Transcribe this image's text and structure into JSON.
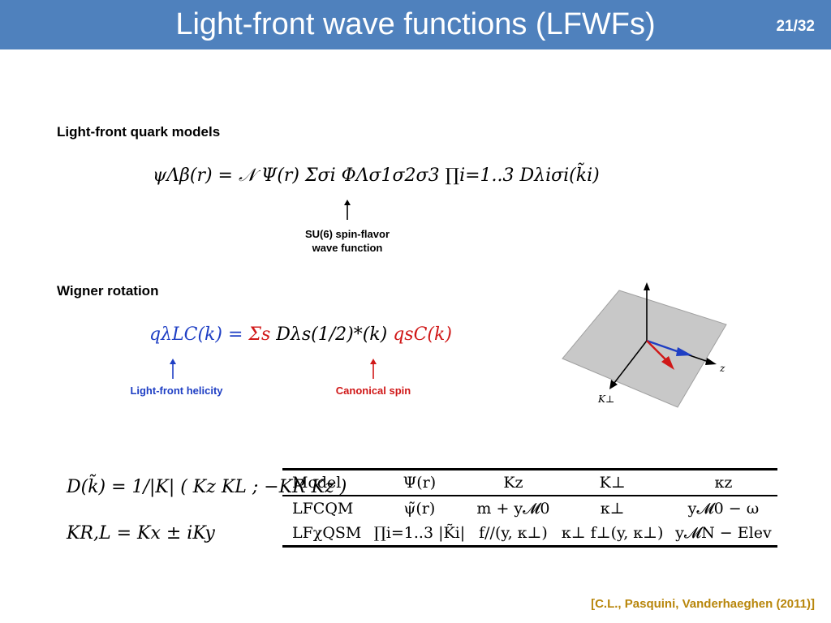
{
  "header": {
    "title": "Light-front wave functions (LFWFs)",
    "page": "21/32"
  },
  "section1": {
    "heading": "Light-front quark models",
    "formula": "ψΛβ(r) = 𝒩 Ψ(r) Σσi ΦΛσ1σ2σ3 ∏i=1..3 Dλiσi(k̃i)",
    "note_line1": "SU(6) spin-flavor",
    "note_line2": "wave function"
  },
  "section2": {
    "heading": "Wigner rotation",
    "formula_lhs": "qλLC(k) =",
    "formula_sum": "Σs",
    "formula_mid": "Dλs(1/2)*(k)",
    "formula_rhs": "qsC(k)",
    "label_left": "Light-front helicity",
    "label_right": "Canonical spin",
    "axis_z": "z",
    "axis_k": "K⊥"
  },
  "section3": {
    "matrix_formula": "D(k̃) = 1/|K| ( Kz KL ; −KR Kz )",
    "relation": "KR,L = Kx ± iKy"
  },
  "table": {
    "headers": [
      "Model",
      "Ψ(r)",
      "Kz",
      "K⊥",
      "κz"
    ],
    "rows": [
      [
        "LFCQM",
        "ψ̃(r)",
        "m + y𝓜0",
        "κ⊥",
        "y𝓜0 − ω"
      ],
      [
        "LFχQSM",
        "∏i=1..3 |K̃i|",
        "f//(y, κ⊥)",
        "κ⊥ f⊥(y, κ⊥)",
        "y𝓜N − Elev"
      ]
    ]
  },
  "citation": "[C.L., Pasquini, Vanderhaeghen (2011)]",
  "colors": {
    "header": "#4f81bd",
    "blue": "#1f3fc4",
    "red": "#d01818",
    "citation": "#b8860b"
  }
}
